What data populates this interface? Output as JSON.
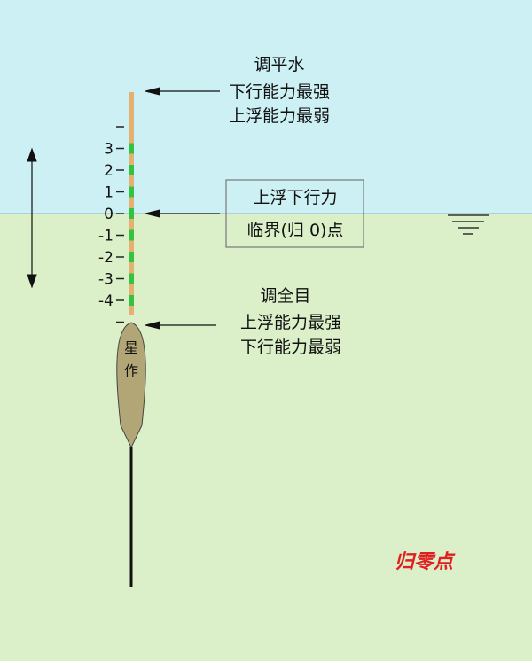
{
  "scale_labels": [
    "3",
    "2",
    "1",
    "0",
    "-1",
    "-2",
    "-3",
    "-4"
  ],
  "top_note": {
    "title": "调平水",
    "line1": "下行能力最强",
    "line2": "上浮能力最弱"
  },
  "middle_note": {
    "line1": "上浮下行力",
    "line2": "临界(归 0)点"
  },
  "bottom_note": {
    "title": "调全目",
    "line1": "上浮能力最强",
    "line2": "下行能力最弱"
  },
  "float_body_text": [
    "星",
    "作"
  ],
  "zero_point_label": "归零点",
  "colors": {
    "sky": "#ccf0f4",
    "water": "#dbf0c9",
    "float_body": "#b3a676",
    "tick_green": "#35c242",
    "tick_orange": "#e5b173",
    "zero_label_red": "#e02020"
  }
}
